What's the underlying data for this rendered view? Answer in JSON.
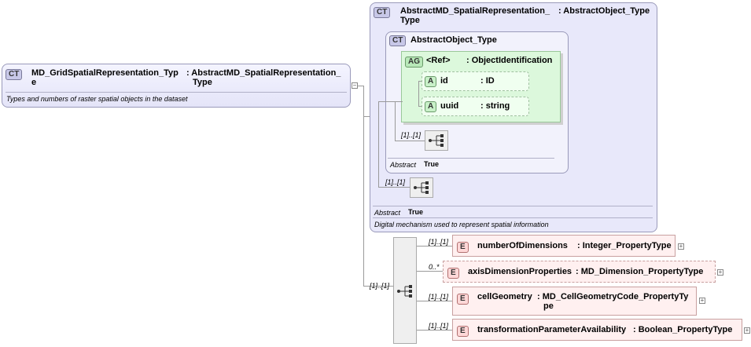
{
  "main_type": {
    "badge": "CT",
    "name_line1": "MD_GridSpatialRepresentation_Typ",
    "name_line2": "e",
    "base_line1": ": AbstractMD_SpatialRepresentation_",
    "base_line2": "Type",
    "doc": "Types and numbers of raster spatial objects in the dataset"
  },
  "outer_type": {
    "badge": "CT",
    "name_line1": "AbstractMD_SpatialRepresentation_",
    "name_line2": "Type",
    "base": ": AbstractObject_Type",
    "abstract_label": "Abstract",
    "abstract_value": "True",
    "doc": "Digital mechanism used to represent spatial information",
    "card": "[1]..[1]"
  },
  "inner_type": {
    "badge": "CT",
    "name": "AbstractObject_Type",
    "abstract_label": "Abstract",
    "abstract_value": "True",
    "card": "[1]..[1]"
  },
  "attribute_group": {
    "badge": "AG",
    "name": "<Ref>",
    "type": ": ObjectIdentification",
    "attributes": [
      {
        "badge": "A",
        "name": "id",
        "type": ": ID"
      },
      {
        "badge": "A",
        "name": "uuid",
        "type": ": string"
      }
    ]
  },
  "sequence": {
    "card": "[1]..[1]",
    "elements": [
      {
        "badge": "E",
        "card": "[1]..[1]",
        "name": "numberOfDimensions",
        "type": ": Integer_PropertyType"
      },
      {
        "badge": "E",
        "card": "0..*",
        "name": "axisDimensionProperties",
        "type": ": MD_Dimension_PropertyType"
      },
      {
        "badge": "E",
        "card": "[1]..[1]",
        "name": "cellGeometry",
        "type_line1": ": MD_CellGeometryCode_PropertyTy",
        "type_line2": "pe"
      },
      {
        "badge": "E",
        "card": "[1]..[1]",
        "name": "transformationParameterAvailability",
        "type": ": Boolean_PropertyType"
      }
    ]
  }
}
